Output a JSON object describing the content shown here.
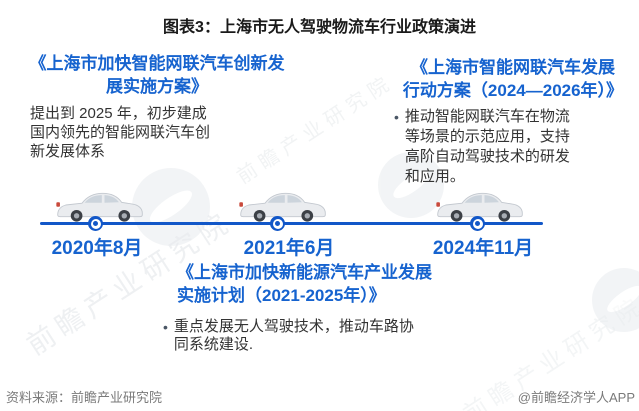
{
  "page": {
    "title": "图表3：上海市无人驾驶物流车行业政策演进"
  },
  "policies": {
    "innovation_plan": {
      "title_lines": [
        "《上海市加快智能网联汽车创新发",
        "展实施方案》"
      ],
      "body_lines": [
        "提出到 2025 年，初步建成",
        "国内领先的智能网联汽车创",
        "新发展体系"
      ]
    },
    "action_plan": {
      "title_lines": [
        "《上海市智能网联汽车发展",
        "行动方案（2024—2026年）》"
      ],
      "bullet": "•",
      "body_lines": [
        "推动智能网联汽车在物流",
        "等场景的示范应用，支持",
        "高阶自动驾驶技术的研发",
        "和应用。"
      ]
    },
    "nev_plan": {
      "title_lines": [
        "《上海市加快新能源汽车产业发展",
        "实施计划（2021-2025年）》"
      ],
      "bullet": "•",
      "body_lines": [
        "重点发展无人驾驶技术，推动车路协",
        "同系统建设."
      ]
    }
  },
  "timeline": {
    "milestones": [
      {
        "date": "2020年8月"
      },
      {
        "date": "2021年6月"
      },
      {
        "date": "2024年11月"
      }
    ]
  },
  "footer": {
    "source": "资料来源：前瞻产业研究院",
    "credit": "@前瞻经济学人APP"
  },
  "watermark": {
    "text": "前瞻产业研究院"
  },
  "icons": {
    "car": "car-side-icon",
    "dot": "timeline-dot",
    "logo": "qianzhan-logo-watermark"
  },
  "colors": {
    "accent_blue": "#1663cf",
    "line_blue": "#1257c8",
    "body_text": "#333333",
    "footer_gray": "#7a7a7a"
  }
}
